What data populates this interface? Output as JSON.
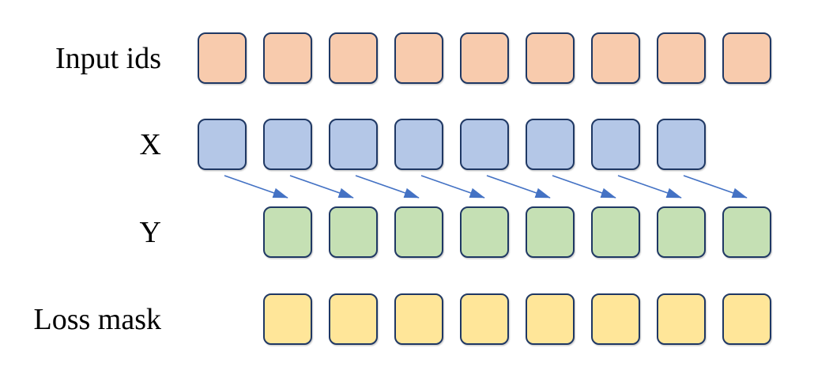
{
  "diagram": {
    "title": "next-token-prediction-shift-diagram",
    "background_color": "#ffffff",
    "cell_border_color": "#1F3864",
    "arrow_color": "#4472C4",
    "rows": [
      {
        "id": "input-ids",
        "label": "Input ids",
        "cell_count": 9,
        "fill": "#F8CBAD",
        "start_offset": 0
      },
      {
        "id": "x",
        "label": "X",
        "cell_count": 8,
        "fill": "#B4C7E7",
        "start_offset": 0
      },
      {
        "id": "y",
        "label": "Y",
        "cell_count": 8,
        "fill": "#C5E0B4",
        "start_offset": 1
      },
      {
        "id": "loss-mask",
        "label": "Loss mask",
        "cell_count": 8,
        "fill": "#FFE699",
        "start_offset": 1
      }
    ],
    "arrows": {
      "count": 8,
      "from_row": "x",
      "to_row": "y",
      "color": "#4472C4"
    }
  }
}
